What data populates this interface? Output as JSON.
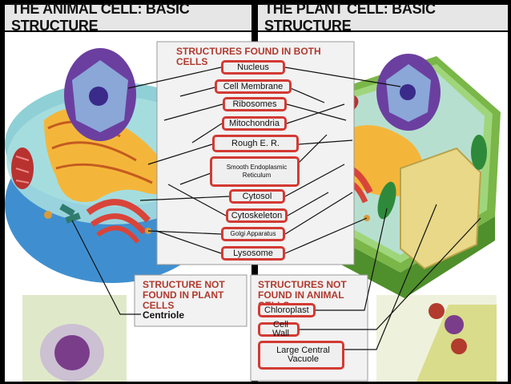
{
  "titles": {
    "left": "THE ANIMAL CELL: BASIC STRUCTURE",
    "right": "THE PLANT CELL: BASIC STRUCTURE"
  },
  "both": {
    "heading": "STRUCTURES FOUND IN BOTH CELLS",
    "labels": [
      "Nucleus",
      "Cell Membrane",
      "Ribosomes",
      "Mitochondria",
      "Rough E. R.",
      "Smooth Endoplasmic Reticulum",
      "Cytosol",
      "Cytoskeleton",
      "Golgi Apparatus",
      "Lysosome"
    ]
  },
  "not_in_plant": {
    "heading": "STRUCTURE NOT FOUND IN PLANT CELLS",
    "label": "Centriole"
  },
  "not_in_animal": {
    "heading": "STRUCTURES NOT FOUND IN ANIMAL CELLS",
    "labels": [
      "Chloroplast",
      "Cell Wall",
      "Large Central Vacuole"
    ]
  },
  "colors": {
    "label_border": "#d33a33",
    "heading_text": "#b0392e",
    "animal_membrane": "#3f8fd0",
    "plant_wall": "#7ab648",
    "nucleus": "#6b3fa0",
    "rough_er": "#f4b63a",
    "golgi": "#d9443a",
    "vacuole": "#e8d888"
  }
}
